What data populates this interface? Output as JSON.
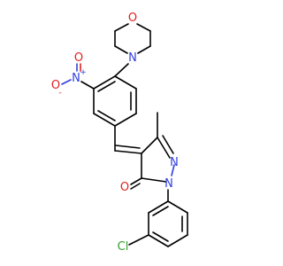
{
  "molecule": {
    "colors": {
      "bond": "#000000",
      "nitrogen": "#2f3fe0",
      "oxygen": "#e02020",
      "chlorine": "#2fa02f"
    },
    "atoms": {
      "morpholine_oxygen": "O",
      "morpholine_nitrogen": "N",
      "nitro_nitrogen": "N",
      "nitro_charge_plus": "+",
      "nitro_oxygen_double": "O",
      "nitro_oxygen_single": "O",
      "nitro_charge_minus": "-",
      "pyrazole_nitrogen_top": "N",
      "pyrazole_nitrogen_bottom": "N",
      "carbonyl_oxygen": "O",
      "chlorine": "Cl"
    }
  }
}
